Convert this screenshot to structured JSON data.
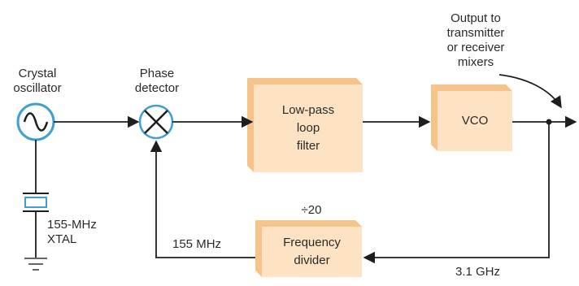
{
  "blocks": {
    "crystal_oscillator": "Crystal\noscillator",
    "phase_detector": "Phase\ndetector",
    "low_pass_filter": "Low-pass\nloop\nfilter",
    "vco": "VCO",
    "frequency_divider": "Frequency\ndivider"
  },
  "labels": {
    "output": "Output to\ntransmitter\nor receiver\nmixers",
    "crystal": "155-MHz\nXTAL",
    "divide_ratio": "÷20",
    "reference_freq": "155 MHz",
    "vco_freq": "3.1 GHz"
  },
  "colors": {
    "block_face": "#fde3c4",
    "block_side": "#f6c48a",
    "line": "#1e1e1e",
    "oscillator_stroke": "#3fa0d0",
    "ground": "#666666"
  }
}
